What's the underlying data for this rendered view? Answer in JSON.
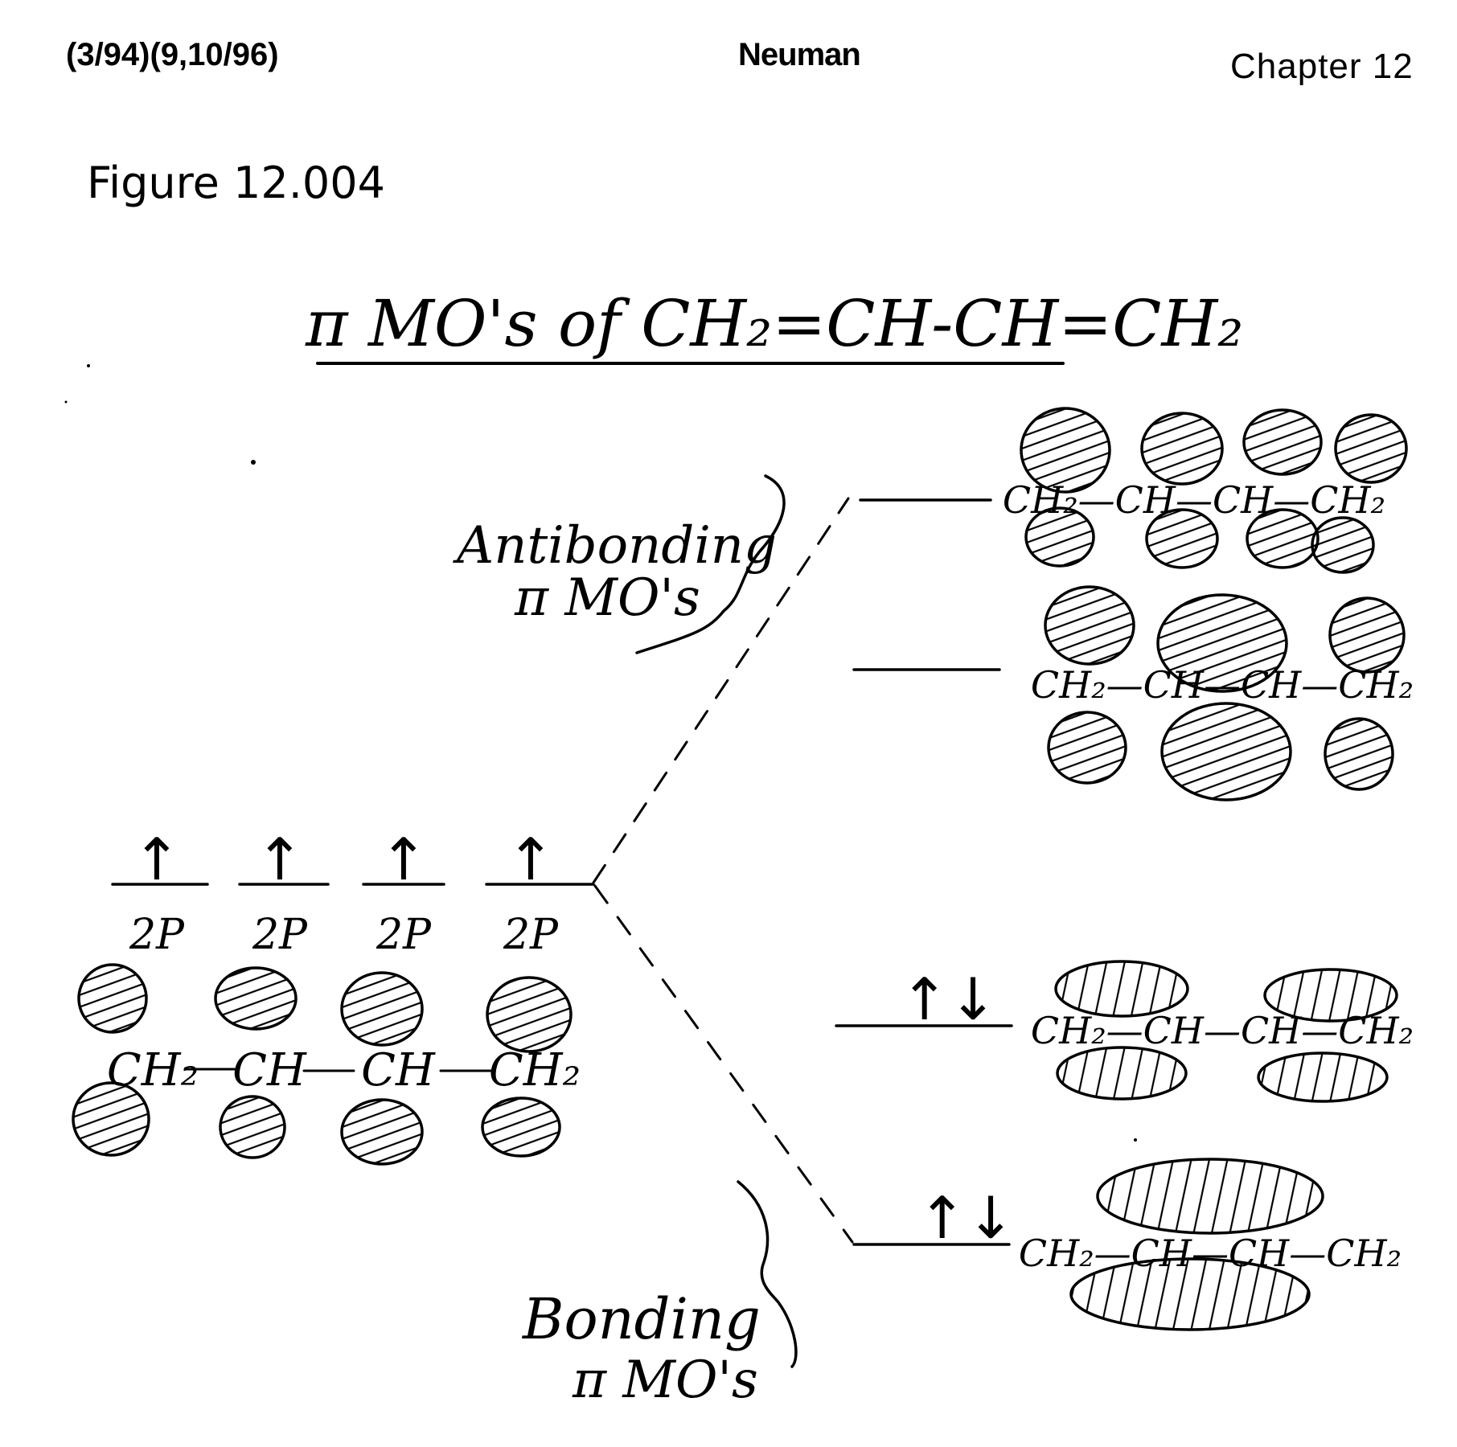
{
  "header": {
    "left": "(3/94)(9,10/96)",
    "center": "Neuman",
    "right": "Chapter 12"
  },
  "figure_label": "Figure 12.004",
  "title": "π MO's of CH₂=CH-CH=CH₂",
  "atomic_orbitals": {
    "label": "2P",
    "electron": "↑",
    "carbons": [
      "CH₂",
      "CH",
      "CH",
      "CH₂"
    ]
  },
  "labels": {
    "antibonding": [
      "Antibonding",
      "π MO's"
    ],
    "bonding": [
      "Bonding",
      "π MO's"
    ]
  },
  "molecular_orbitals": [
    {
      "kind": "antibonding",
      "electrons": "",
      "skeleton": "CH₂—CH—CH—CH₂"
    },
    {
      "kind": "antibonding",
      "electrons": "",
      "skeleton": "CH₂—CH—CH—CH₂"
    },
    {
      "kind": "bonding",
      "electrons": "↑↓",
      "skeleton": "CH₂—CH—CH—CH₂"
    },
    {
      "kind": "bonding",
      "electrons": "↑↓",
      "skeleton": "CH₂—CH—CH—CH₂"
    }
  ]
}
